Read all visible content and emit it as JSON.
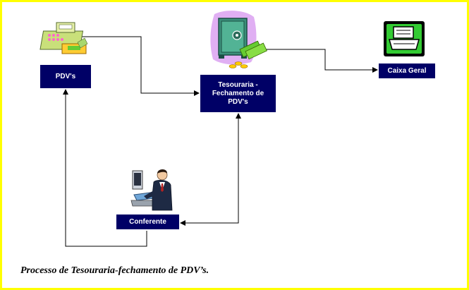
{
  "nodes": {
    "pdv": "PDV's",
    "tesouraria": "Tesouraria -\nFechamento de\nPDV's",
    "caixa_geral": "Caixa Geral",
    "conferente": "Conferente"
  },
  "caption": "Processo de Tesouraria-fechamento de PDV’s.",
  "icons": {
    "pdv": "cash-register-icon",
    "tesouraria": "safe-with-money-icon",
    "caixa_geral": "register-printer-icon",
    "conferente": "person-at-computer-icon"
  },
  "colors": {
    "border": "#ffff00",
    "node_fill": "#000066",
    "node_text": "#ffffff"
  }
}
